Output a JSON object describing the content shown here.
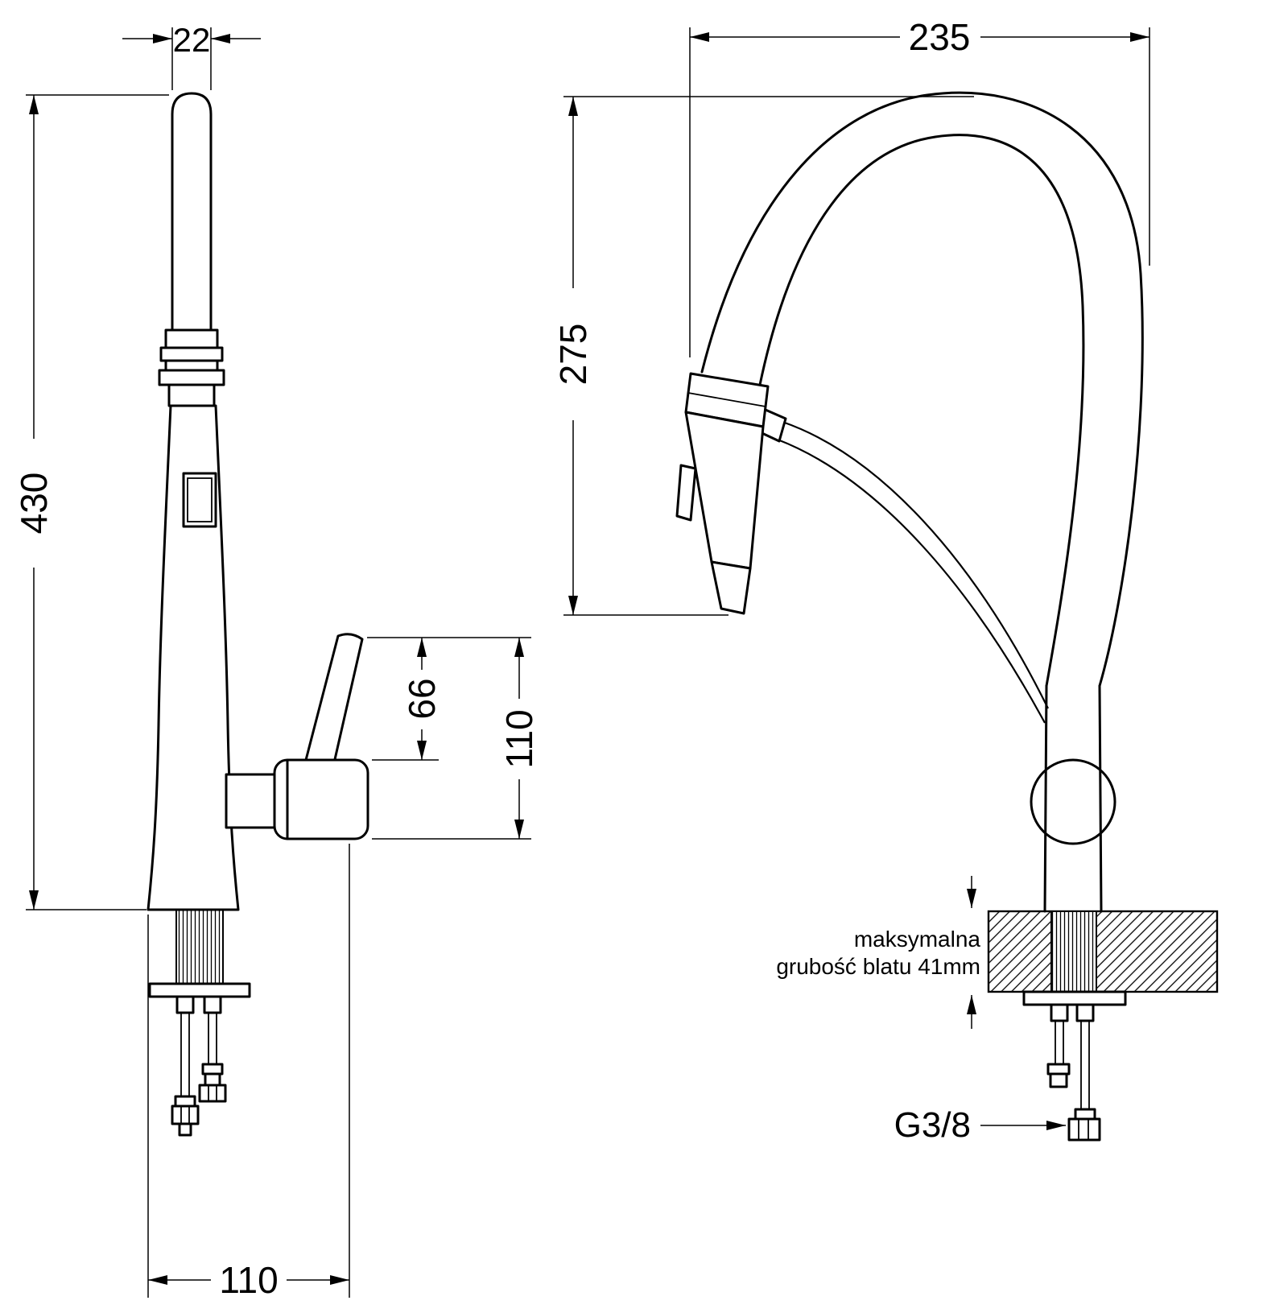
{
  "page": {
    "background": "#ffffff",
    "line_color": "#000000"
  },
  "side_view": {
    "dim_spout_width": "22",
    "dim_total_height": "430",
    "dim_lever_rise": "66",
    "dim_outlet_height": "110",
    "dim_base_depth": "110"
  },
  "front_view": {
    "dim_spout_reach": "235",
    "dim_spout_drop": "275",
    "counter_note_line1": "maksymalna",
    "counter_note_line2": "grubość blatu 41mm",
    "connection_label": "G3/8"
  }
}
